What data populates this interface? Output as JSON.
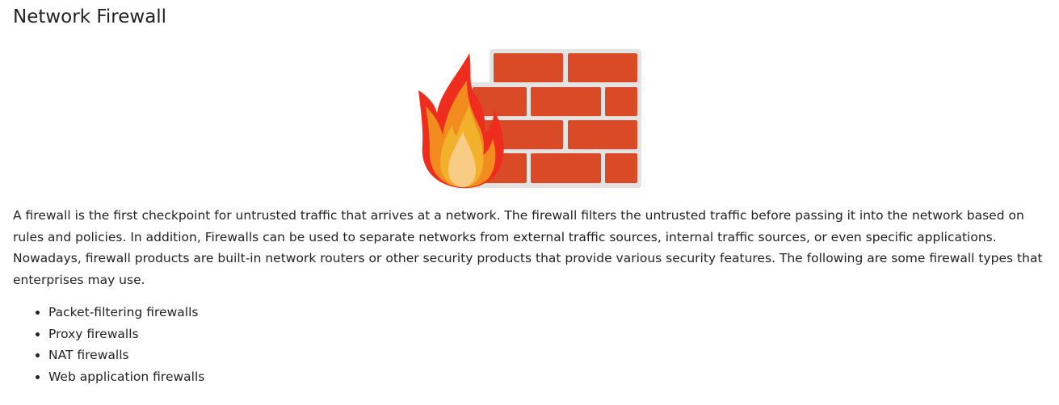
{
  "title": "Network Firewall",
  "illustration": {
    "icon": "firewall-icon",
    "brick_color": "#DB4A26",
    "mortar_color": "#E3E3E3",
    "flame_colors": [
      "#EE2D1E",
      "#F28C1F",
      "#F2B12A",
      "#F9CC85"
    ]
  },
  "paragraph": "A firewall is the first checkpoint for untrusted traffic that arrives at a network. The firewall filters the untrusted traffic before passing it into the network based on rules and policies. In addition, Firewalls can be used to separate networks from external traffic sources, internal traffic sources, or even specific applications. Nowadays, firewall products are built-in network routers or other security products that provide various security features. The following are some firewall types that enterprises may use.",
  "firewall_types": [
    "Packet-filtering firewalls",
    "Proxy firewalls",
    "NAT firewalls",
    "Web application firewalls"
  ]
}
